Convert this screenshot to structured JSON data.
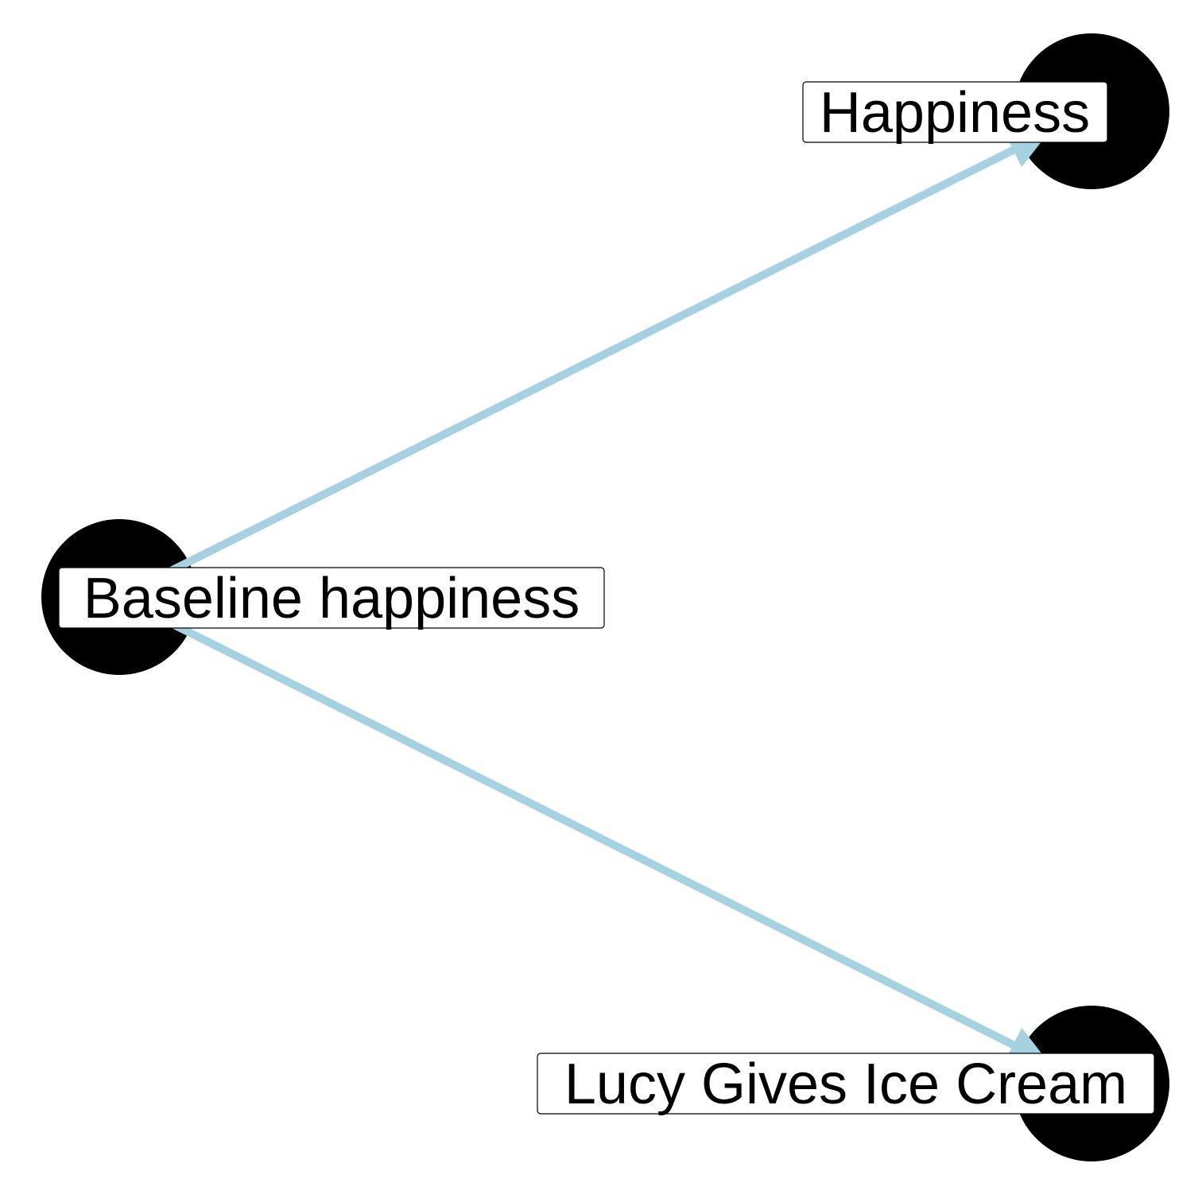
{
  "diagram": {
    "type": "directed-acyclic-graph",
    "colors": {
      "node_fill": "#000000",
      "edge": "#a6d1e0",
      "label_background": "#ffffff",
      "label_border": "#000000",
      "label_text": "#000000"
    },
    "nodes": [
      {
        "id": "baseline",
        "label": "Baseline happiness"
      },
      {
        "id": "happiness",
        "label": "Happiness"
      },
      {
        "id": "icecream",
        "label": "Lucy Gives Ice Cream"
      }
    ],
    "edges": [
      {
        "from": "baseline",
        "to": "happiness"
      },
      {
        "from": "baseline",
        "to": "icecream"
      }
    ]
  }
}
